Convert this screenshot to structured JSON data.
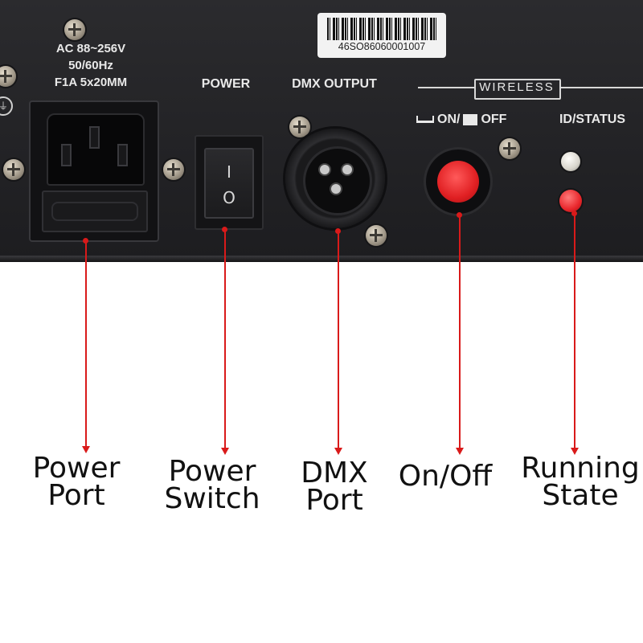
{
  "device_panel": {
    "power_spec": [
      "AC 88~256V",
      "50/60Hz",
      "F1A 5x20MM"
    ],
    "power_label": "POWER",
    "dmx_output_label": "DMX OUTPUT",
    "serial_number": "46SO86060001007",
    "wireless_label": "WIRELESS",
    "on_label": "ON/",
    "off_label": "OFF",
    "id_status_label": "ID/STATUS",
    "switch_on_symbol": "I",
    "switch_off_symbol": "O",
    "ground_symbol": "⏚"
  },
  "callouts": [
    {
      "line1": "Power",
      "line2": "Port"
    },
    {
      "line1": "Power",
      "line2": "Switch"
    },
    {
      "line1": "DMX",
      "line2": "Port"
    },
    {
      "line1": "On/Off",
      "line2": ""
    },
    {
      "line1": "Running",
      "line2": "State"
    }
  ],
  "colors": {
    "panel": "#232326",
    "callout_line": "#d91a1a",
    "button_red": "#e01f22",
    "led_white": "#e8e6e0",
    "led_red": "#e8262b"
  }
}
